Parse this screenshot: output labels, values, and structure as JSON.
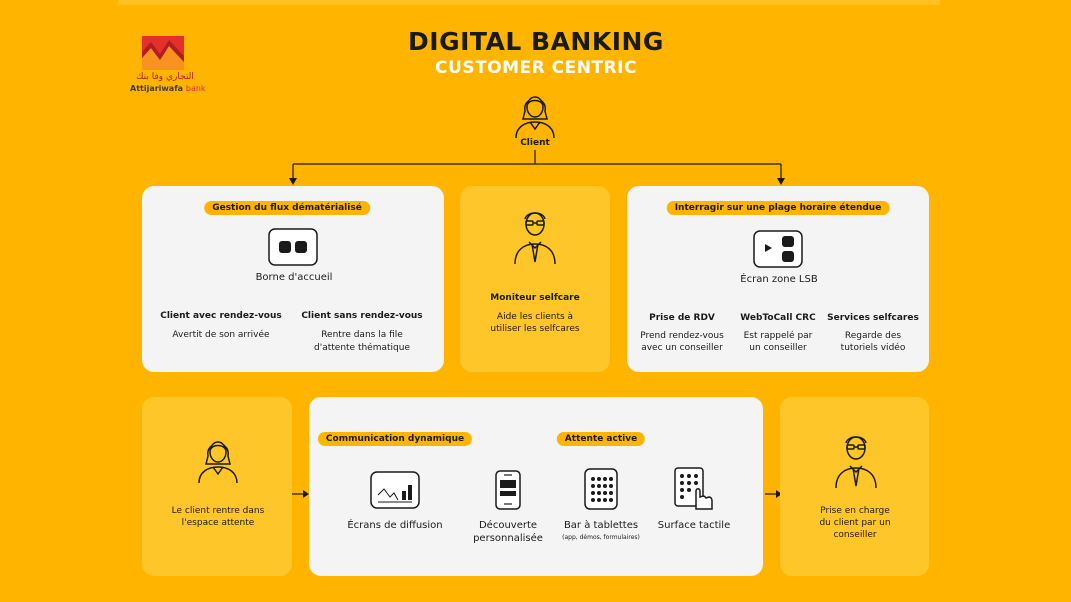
{
  "header": {
    "title": "DIGITAL BANKING",
    "subtitle": "CUSTOMER CENTRIC"
  },
  "logo": {
    "arabic_text": "التجاري وفا بنك",
    "latin_name": "Attijariwafa",
    "latin_suffix": "bank",
    "colors": {
      "red": "#E4302B",
      "orange": "#F7931E",
      "dark": "#B01E23"
    }
  },
  "client": {
    "label": "Client"
  },
  "panel_left": {
    "badge": "Gestion du flux dématérialisé",
    "device_label": "Borne d'accueil",
    "branches": [
      {
        "title": "Client avec rendez-vous",
        "desc_line1": "Avertit de son arrivée",
        "desc_line2": ""
      },
      {
        "title": "Client sans rendez-vous",
        "desc_line1": "Rentre dans la file",
        "desc_line2": "d'attente thématique"
      }
    ]
  },
  "panel_middle": {
    "title": "Moniteur selfcare",
    "desc_line1": "Aide les clients à",
    "desc_line2": "utiliser les selfcares"
  },
  "panel_right": {
    "badge": "Interragir sur une plage horaire étendue",
    "device_label": "Écran zone LSB",
    "branches": [
      {
        "title": "Prise de RDV",
        "desc_line1": "Prend rendez-vous",
        "desc_line2": "avec un conseiller"
      },
      {
        "title": "WebToCall CRC",
        "desc_line1": "Est rappelé par",
        "desc_line2": "un conseiller"
      },
      {
        "title": "Services selfcares",
        "desc_line1": "Regarde des",
        "desc_line2": "tutoriels vidéo"
      }
    ]
  },
  "bottom_left": {
    "desc_line1": "Le client rentre dans",
    "desc_line2": "l'espace attente"
  },
  "bottom_center": {
    "badge_left": "Communication dynamique",
    "badge_right": "Attente active",
    "items": [
      {
        "line1": "Écrans de diffusion",
        "line2": ""
      },
      {
        "line1": "Découverte",
        "line2": "personnalisée"
      },
      {
        "line1": "Bar à tablettes",
        "line2": "(app, démos, formulaires)"
      },
      {
        "line1": "Surface tactile",
        "line2": ""
      }
    ]
  },
  "bottom_right": {
    "desc_line1": "Prise en charge",
    "desc_line2": "du client par un",
    "desc_line3": "conseiller"
  },
  "colors": {
    "background": "#FFB500",
    "panel_white": "#F4F4F4",
    "panel_soft": "#FFC629",
    "badge": "#FFB500",
    "subtitle": "#FFFFFF"
  }
}
